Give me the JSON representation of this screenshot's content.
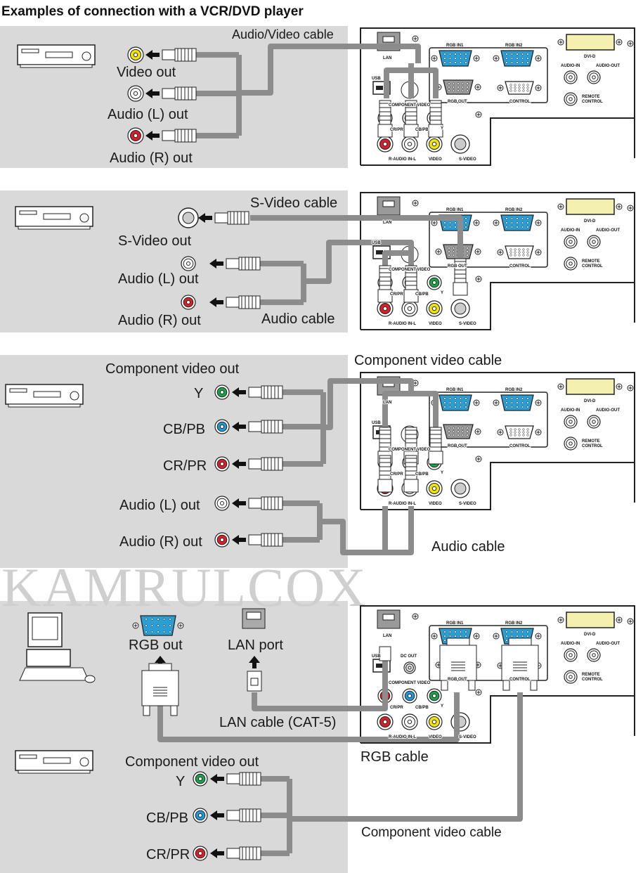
{
  "title": "Examples of connection with a VCR/DVD player",
  "watermark": "KAMRULCOX",
  "colors": {
    "panel_bg": "#d9d9d9",
    "cable": "#8c8c8c",
    "red": "#d7202a",
    "white": "#ffffff",
    "yellow": "#f2e500",
    "green": "#1aa34a",
    "blue": "#1f9ad6",
    "vga_blue": "#2a9fd6",
    "dvi": "#f3f0b0"
  },
  "projector_panel": {
    "lan": "LAN",
    "usb": "USB",
    "rgb_in1": "RGB IN1",
    "rgb_in2": "RGB IN2",
    "rgb_out": "RGB OUT",
    "control": "CONTROL",
    "dvi_d": "DVI-D",
    "audio_in": "AUDIO-IN",
    "audio_out": "AUDIO-OUT",
    "remote_control_1": "REMOTE",
    "remote_control_2": "CONTROL",
    "component_video": "COMPONENT VIDEO",
    "cr_pr": "CR/PR",
    "cb_pb": "CB/PB",
    "y": "Y",
    "audio_in_rl": "R-AUDIO IN-L",
    "video": "VIDEO",
    "s_video": "S-VIDEO",
    "dc_out": "DC OUT"
  },
  "sections": [
    {
      "device": "vcr-icon",
      "cable_label": "Audio/Video cable",
      "jacks": [
        {
          "label": "Video out",
          "color": "yellow"
        },
        {
          "label": "Audio (L) out",
          "color": "white"
        },
        {
          "label": "Audio (R) out",
          "color": "red"
        }
      ]
    },
    {
      "device": "dvd-player-icon",
      "cable_label": "S-Video cable",
      "cable_label_2": "Audio cable",
      "jacks": [
        {
          "label": "S-Video out",
          "color": "s-video"
        },
        {
          "label": "Audio (L) out",
          "color": "white"
        },
        {
          "label": "Audio (R) out",
          "color": "red"
        }
      ]
    },
    {
      "device": "dvd-player-icon",
      "heading": "Component video out",
      "cable_label": "Component video cable",
      "cable_label_2": "Audio cable",
      "jacks": [
        {
          "label": "Y",
          "color": "green"
        },
        {
          "label": "CB/PB",
          "color": "blue"
        },
        {
          "label": "CR/PR",
          "color": "red"
        },
        {
          "label": "Audio (L) out",
          "color": "white"
        },
        {
          "label": "Audio (R) out",
          "color": "red"
        }
      ]
    },
    {
      "device": "computer-icon",
      "rgb_out": "RGB out",
      "lan_port": "LAN port",
      "lan_cable": "LAN cable (CAT-5)",
      "rgb_cable": "RGB cable",
      "device_2": "dvd-player-icon",
      "heading": "Component video out",
      "cable_label": "Component video cable",
      "jacks": [
        {
          "label": "Y",
          "color": "green"
        },
        {
          "label": "CB/PB",
          "color": "blue"
        },
        {
          "label": "CR/PR",
          "color": "red"
        }
      ]
    }
  ]
}
